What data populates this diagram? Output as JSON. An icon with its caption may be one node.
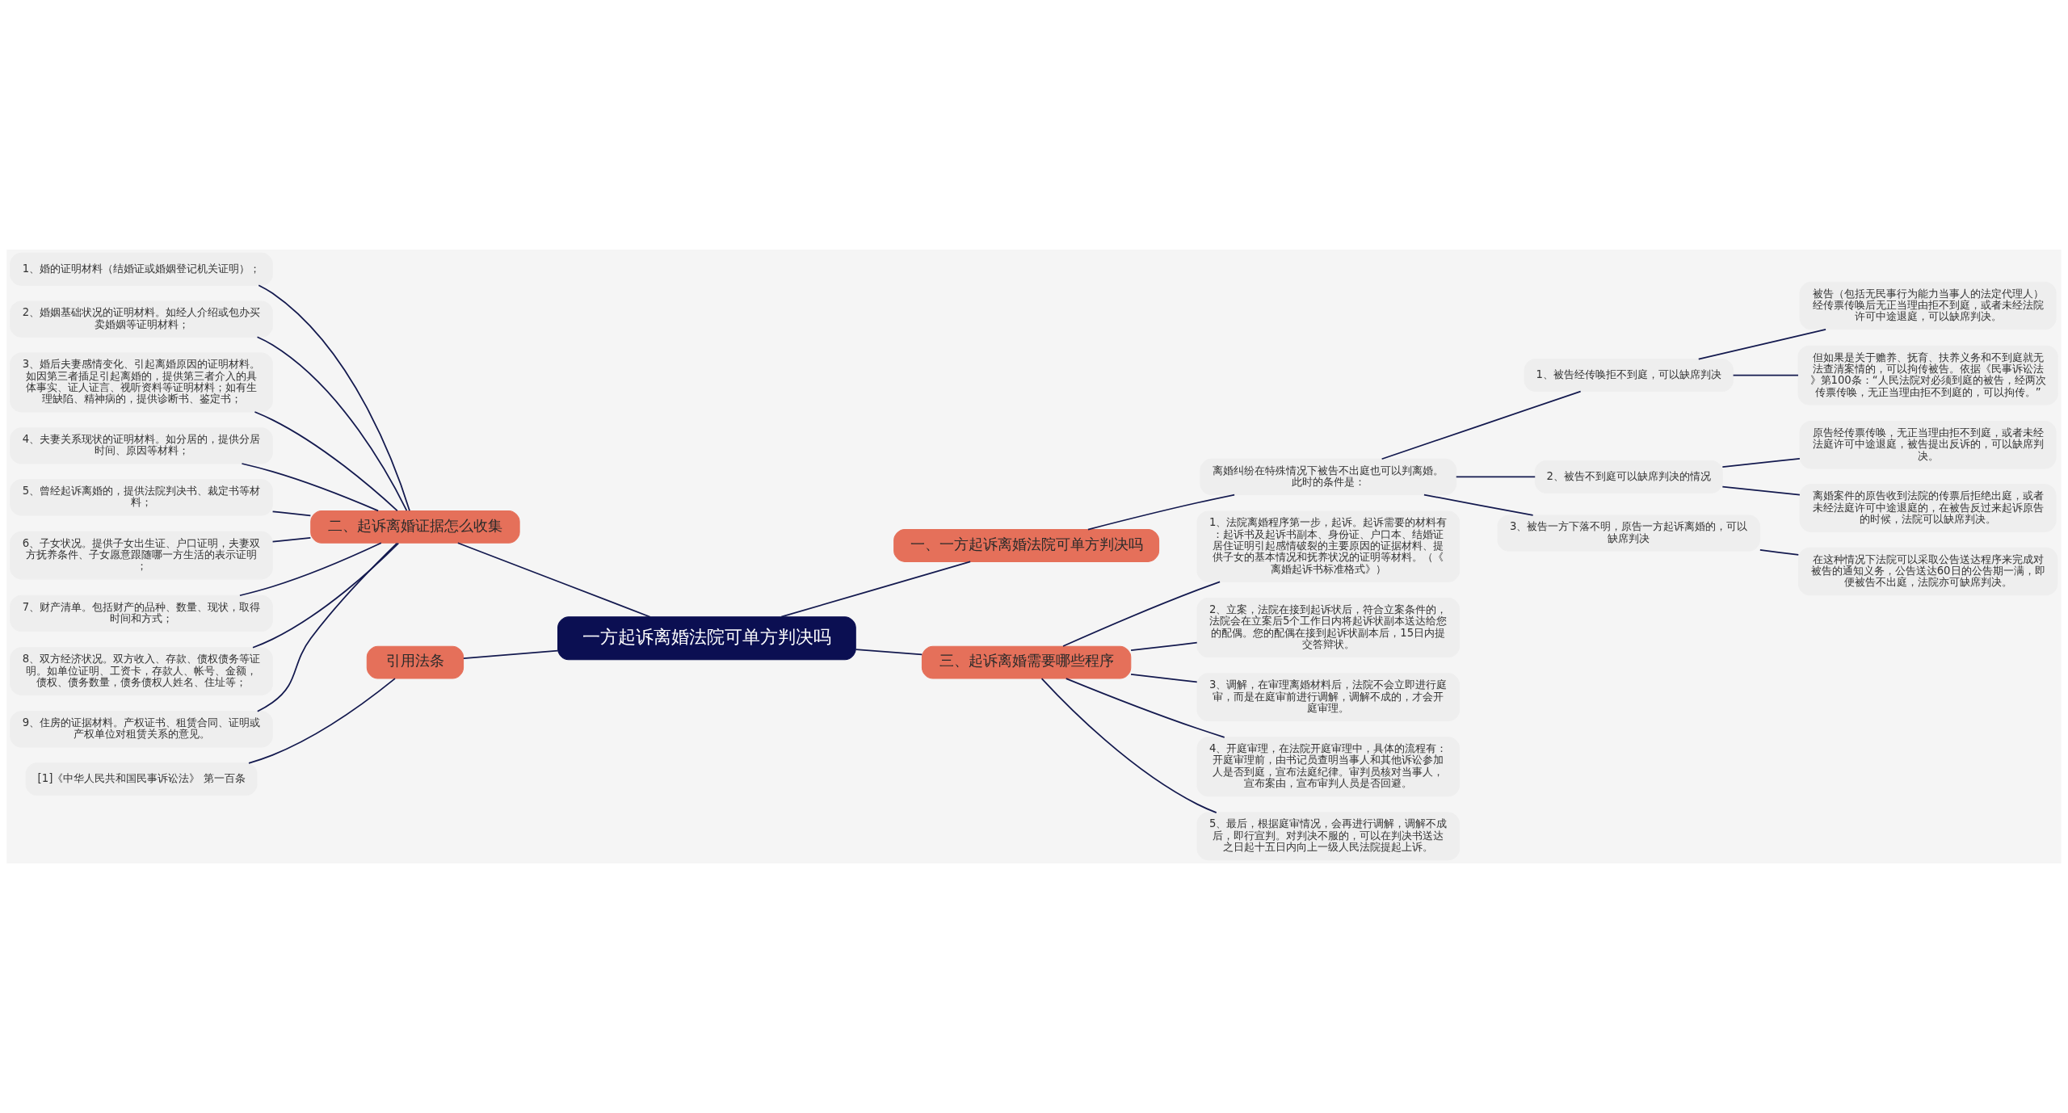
{
  "diagram": {
    "nodes": [
      {
        "text": [
          "一方起诉离婚法院可单方判决吗"
        ]
      },
      {
        "text": [
          "一、一方起诉离婚法院可单方判决吗"
        ]
      },
      {
        "text": [
          "离婚纠纷在特殊情况下被告不出庭也可以判离婚。此时的条件是："
        ]
      },
      {
        "text": [
          "1、被告经传唤拒不到庭，可以缺席判决"
        ]
      },
      {
        "text": [
          "被告（包括无民事行为能力当事人的法定代理人）经传票传唤后无正当理由拒不到庭，或者未经法院许可中途退庭，可以缺席判决。"
        ]
      },
      {
        "text": [
          "但如果是关于赡养、抚育、扶养义务和不到庭就无法查清案情的，可以拘传被告。依据《民事诉讼法》第100条：“人民法院对必须到庭的被告，经两次传票传唤，无正当理由拒不到庭的，可以拘传。”"
        ]
      },
      {
        "text": [
          "2、被告不到庭可以缺席判决的情况"
        ]
      },
      {
        "text": [
          "原告经传票传唤，无正当理由拒不到庭，或者未经法庭许可中途退庭，被告提出反诉的，可以缺席判决。"
        ]
      },
      {
        "text": [
          "离婚案件的原告收到法院的传票后拒绝出庭，或者未经法庭许可中途退庭的，在被告反过来起诉原告的时候，法院可以缺席判决。"
        ]
      },
      {
        "text": [
          "3、被告一方下落不明，原告一方起诉离婚的，可以缺席判决"
        ]
      },
      {
        "text": [
          "在这种情况下法院可以采取公告送达程序来完成对被告的通知义务，公告送达60日的公告期一满，即便被告不出庭，法院亦可缺席判决。"
        ]
      },
      {
        "text": [
          "二、起诉离婚证据怎么收集"
        ]
      },
      {
        "text": [
          "1、婚的证明材料（结婚证或婚姻登记机关证明）；"
        ]
      },
      {
        "text": [
          "2、婚姻基础状况的证明材料。如经人介绍或包办买卖婚姻等证明材料；"
        ]
      },
      {
        "text": [
          "3、婚后夫妻感情变化、引起离婚原因的证明材料。如因第三者插足引起离婚的，提供第三者介入的具体事实、证人证言、视听资料等证明材料；如有生理缺陷、精神病的，提供诊断书、鉴定书；"
        ]
      },
      {
        "text": [
          "4、夫妻关系现状的证明材料。如分居的，提供分居时间、原因等材料；"
        ]
      },
      {
        "text": [
          "5、曾经起诉离婚的，提供法院判决书、裁定书等材料；"
        ]
      },
      {
        "text": [
          "6、子女状况。提供子女出生证、户口证明，夫妻双方抚养条件、子女愿意跟随哪一方生活的表示证明；"
        ]
      },
      {
        "text": [
          "7、财产清单。包括财产的品种、数量、现状，取得时间和方式；"
        ]
      },
      {
        "text": [
          "8、双方经济状况。双方收入、存款、债权债务等证明。如单位证明、工资卡，存款人、帐号、金额，债权、债务数量，债务债权人姓名、住址等；"
        ]
      },
      {
        "text": [
          "9、住房的证据材料。产权证书、租赁合同、证明或产权单位对租赁关系的意见。"
        ]
      },
      {
        "text": [
          "三、起诉离婚需要哪些程序"
        ]
      },
      {
        "text": [
          "1、法院离婚程序第一步，起诉。起诉需要的材料有：起诉书及起诉书副本、身份证、户口本、结婚证居住证明引起感情破裂的主要原因的证据材料、提供子女的基本情况和抚养状况的证明等材料。（《离婚起诉书标准格式》）"
        ]
      },
      {
        "text": [
          "2、立案，法院在接到起诉状后，符合立案条件的，法院会在立案后5个工作日内将起诉状副本送达给您的配偶。您的配偶在接到起诉状副本后，15日内提交答辩状。"
        ]
      },
      {
        "text": [
          "3、调解，在审理离婚材料后，法院不会立即进行庭审，而是在庭审前进行调解，调解不成的，才会开庭审理。"
        ]
      },
      {
        "text": [
          "4、开庭审理，在法院开庭审理中，具体的流程有：开庭审理前，由书记员查明当事人和其他诉讼参加人是否到庭，宣布法庭纪律。审判员核对当事人，宣布案由，宣布审判人员是否回避。"
        ]
      },
      {
        "text": [
          "5、最后，根据庭审情况，会再进行调解，调解不成后，即行宣判。对判决不服的，可以在判决书送达之日起十五日内向上一级人民法院提起上诉。"
        ]
      },
      {
        "text": [
          "引用法条"
        ]
      },
      {
        "text": [
          "[1]《中华人民共和国民事诉讼法》 第一百条"
        ]
      }
    ],
    "edges": [
      {
        "from": 0,
        "to": 1,
        "arrow": "none"
      },
      {
        "from": 1,
        "to": 2,
        "arrow": "none"
      },
      {
        "from": 2,
        "to": 3,
        "arrow": "none"
      },
      {
        "from": 3,
        "to": 4,
        "arrow": "none"
      },
      {
        "from": 3,
        "to": 5,
        "arrow": "none"
      },
      {
        "from": 2,
        "to": 6,
        "arrow": "none"
      },
      {
        "from": 6,
        "to": 7,
        "arrow": "none"
      },
      {
        "from": 6,
        "to": 8,
        "arrow": "none"
      },
      {
        "from": 2,
        "to": 9,
        "arrow": "none"
      },
      {
        "from": 9,
        "to": 10,
        "arrow": "none"
      },
      {
        "from": 0,
        "to": 11,
        "arrow": "none"
      },
      {
        "from": 11,
        "to": 12,
        "arrow": "none"
      },
      {
        "from": 11,
        "to": 13,
        "arrow": "none"
      },
      {
        "from": 11,
        "to": 14,
        "arrow": "none"
      },
      {
        "from": 11,
        "to": 15,
        "arrow": "none"
      },
      {
        "from": 11,
        "to": 16,
        "arrow": "none"
      },
      {
        "from": 11,
        "to": 17,
        "arrow": "none"
      },
      {
        "from": 11,
        "to": 18,
        "arrow": "none"
      },
      {
        "from": 11,
        "to": 19,
        "arrow": "none"
      },
      {
        "from": 11,
        "to": 20,
        "arrow": "none"
      },
      {
        "from": 0,
        "to": 21,
        "arrow": "none"
      },
      {
        "from": 21,
        "to": 22,
        "arrow": "none"
      },
      {
        "from": 21,
        "to": 23,
        "arrow": "none"
      },
      {
        "from": 21,
        "to": 24,
        "arrow": "none"
      },
      {
        "from": 21,
        "to": 25,
        "arrow": "none"
      },
      {
        "from": 21,
        "to": 26,
        "arrow": "none"
      },
      {
        "from": 0,
        "to": 27,
        "arrow": "none"
      },
      {
        "from": 27,
        "to": 28,
        "arrow": "none"
      }
    ]
  }
}
